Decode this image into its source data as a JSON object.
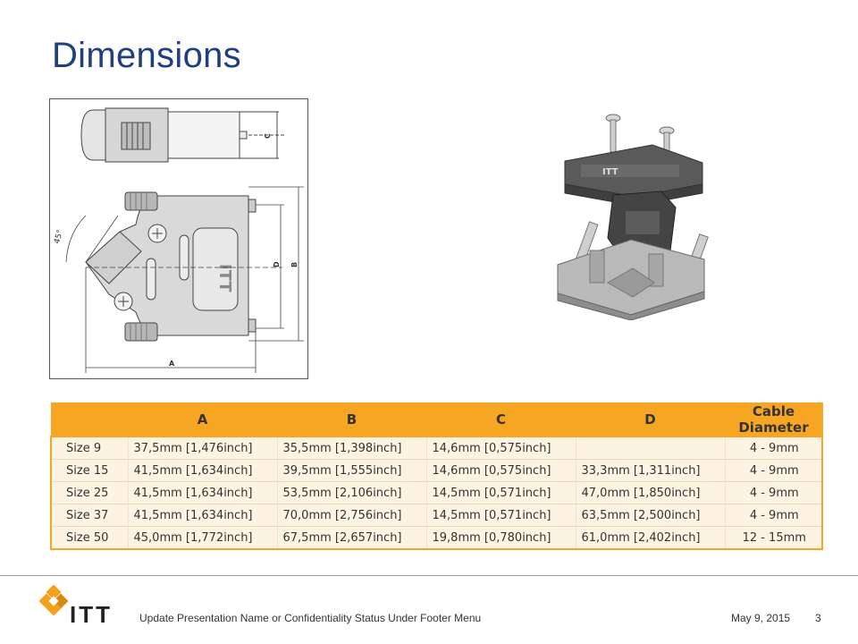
{
  "slide": {
    "title": "Dimensions"
  },
  "drawing": {
    "labels": {
      "a": "A",
      "b": "B",
      "c": "C",
      "d": "D",
      "angle": "45°",
      "badge": "ITT"
    }
  },
  "photo": {
    "badge": "ITT"
  },
  "table": {
    "headers": [
      "",
      "A",
      "B",
      "C",
      "D",
      "Cable Diameter"
    ],
    "rows": [
      [
        "Size   9",
        "37,5mm [1,476inch]",
        "35,5mm [1,398inch]",
        "14,6mm [0,575inch]",
        "",
        "4 - 9mm"
      ],
      [
        "Size 15",
        "41,5mm [1,634inch]",
        "39,5mm [1,555inch]",
        "14,6mm [0,575inch]",
        "33,3mm [1,311inch]",
        "4 - 9mm"
      ],
      [
        "Size 25",
        "41,5mm [1,634inch]",
        "53,5mm [2,106inch]",
        "14,5mm [0,571inch]",
        "47,0mm [1,850inch]",
        "4 - 9mm"
      ],
      [
        "Size 37",
        "41,5mm [1,634inch]",
        "70,0mm [2,756inch]",
        "14,5mm [0,571inch]",
        "63,5mm [2,500inch]",
        "4 - 9mm"
      ],
      [
        "Size 50",
        "45,0mm [1,772inch]",
        "67,5mm [2,657inch]",
        "19,8mm [0,780inch]",
        "61,0mm [2,402inch]",
        "12 - 15mm"
      ]
    ]
  },
  "footer": {
    "logo_text": "ITT",
    "presentation_name": "Update Presentation Name or Confidentiality Status Under Footer Menu",
    "date": "May 9, 2015",
    "page_number": "3"
  },
  "colors": {
    "title": "#1f3f7f",
    "table_header": "#f6a623",
    "table_body": "#fdf3e2",
    "logo_orange": "#f5a01a"
  }
}
